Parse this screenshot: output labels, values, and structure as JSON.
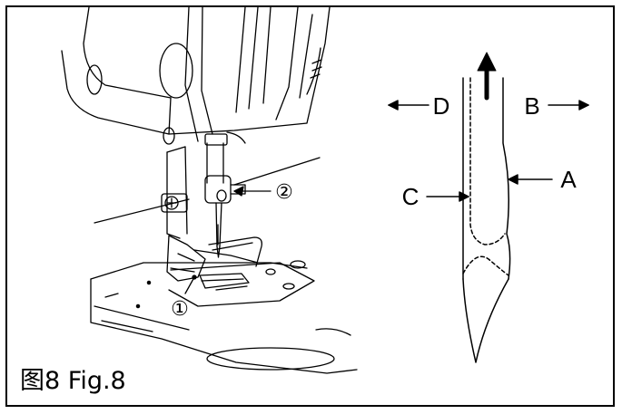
{
  "figure": {
    "caption": "图8 Fig.8",
    "machine_labels": {
      "callout_1": "①",
      "callout_2": "②"
    },
    "needle_labels": {
      "left_dir": "D",
      "right_dir": "B",
      "long_groove": "C",
      "short_groove": "A"
    }
  }
}
